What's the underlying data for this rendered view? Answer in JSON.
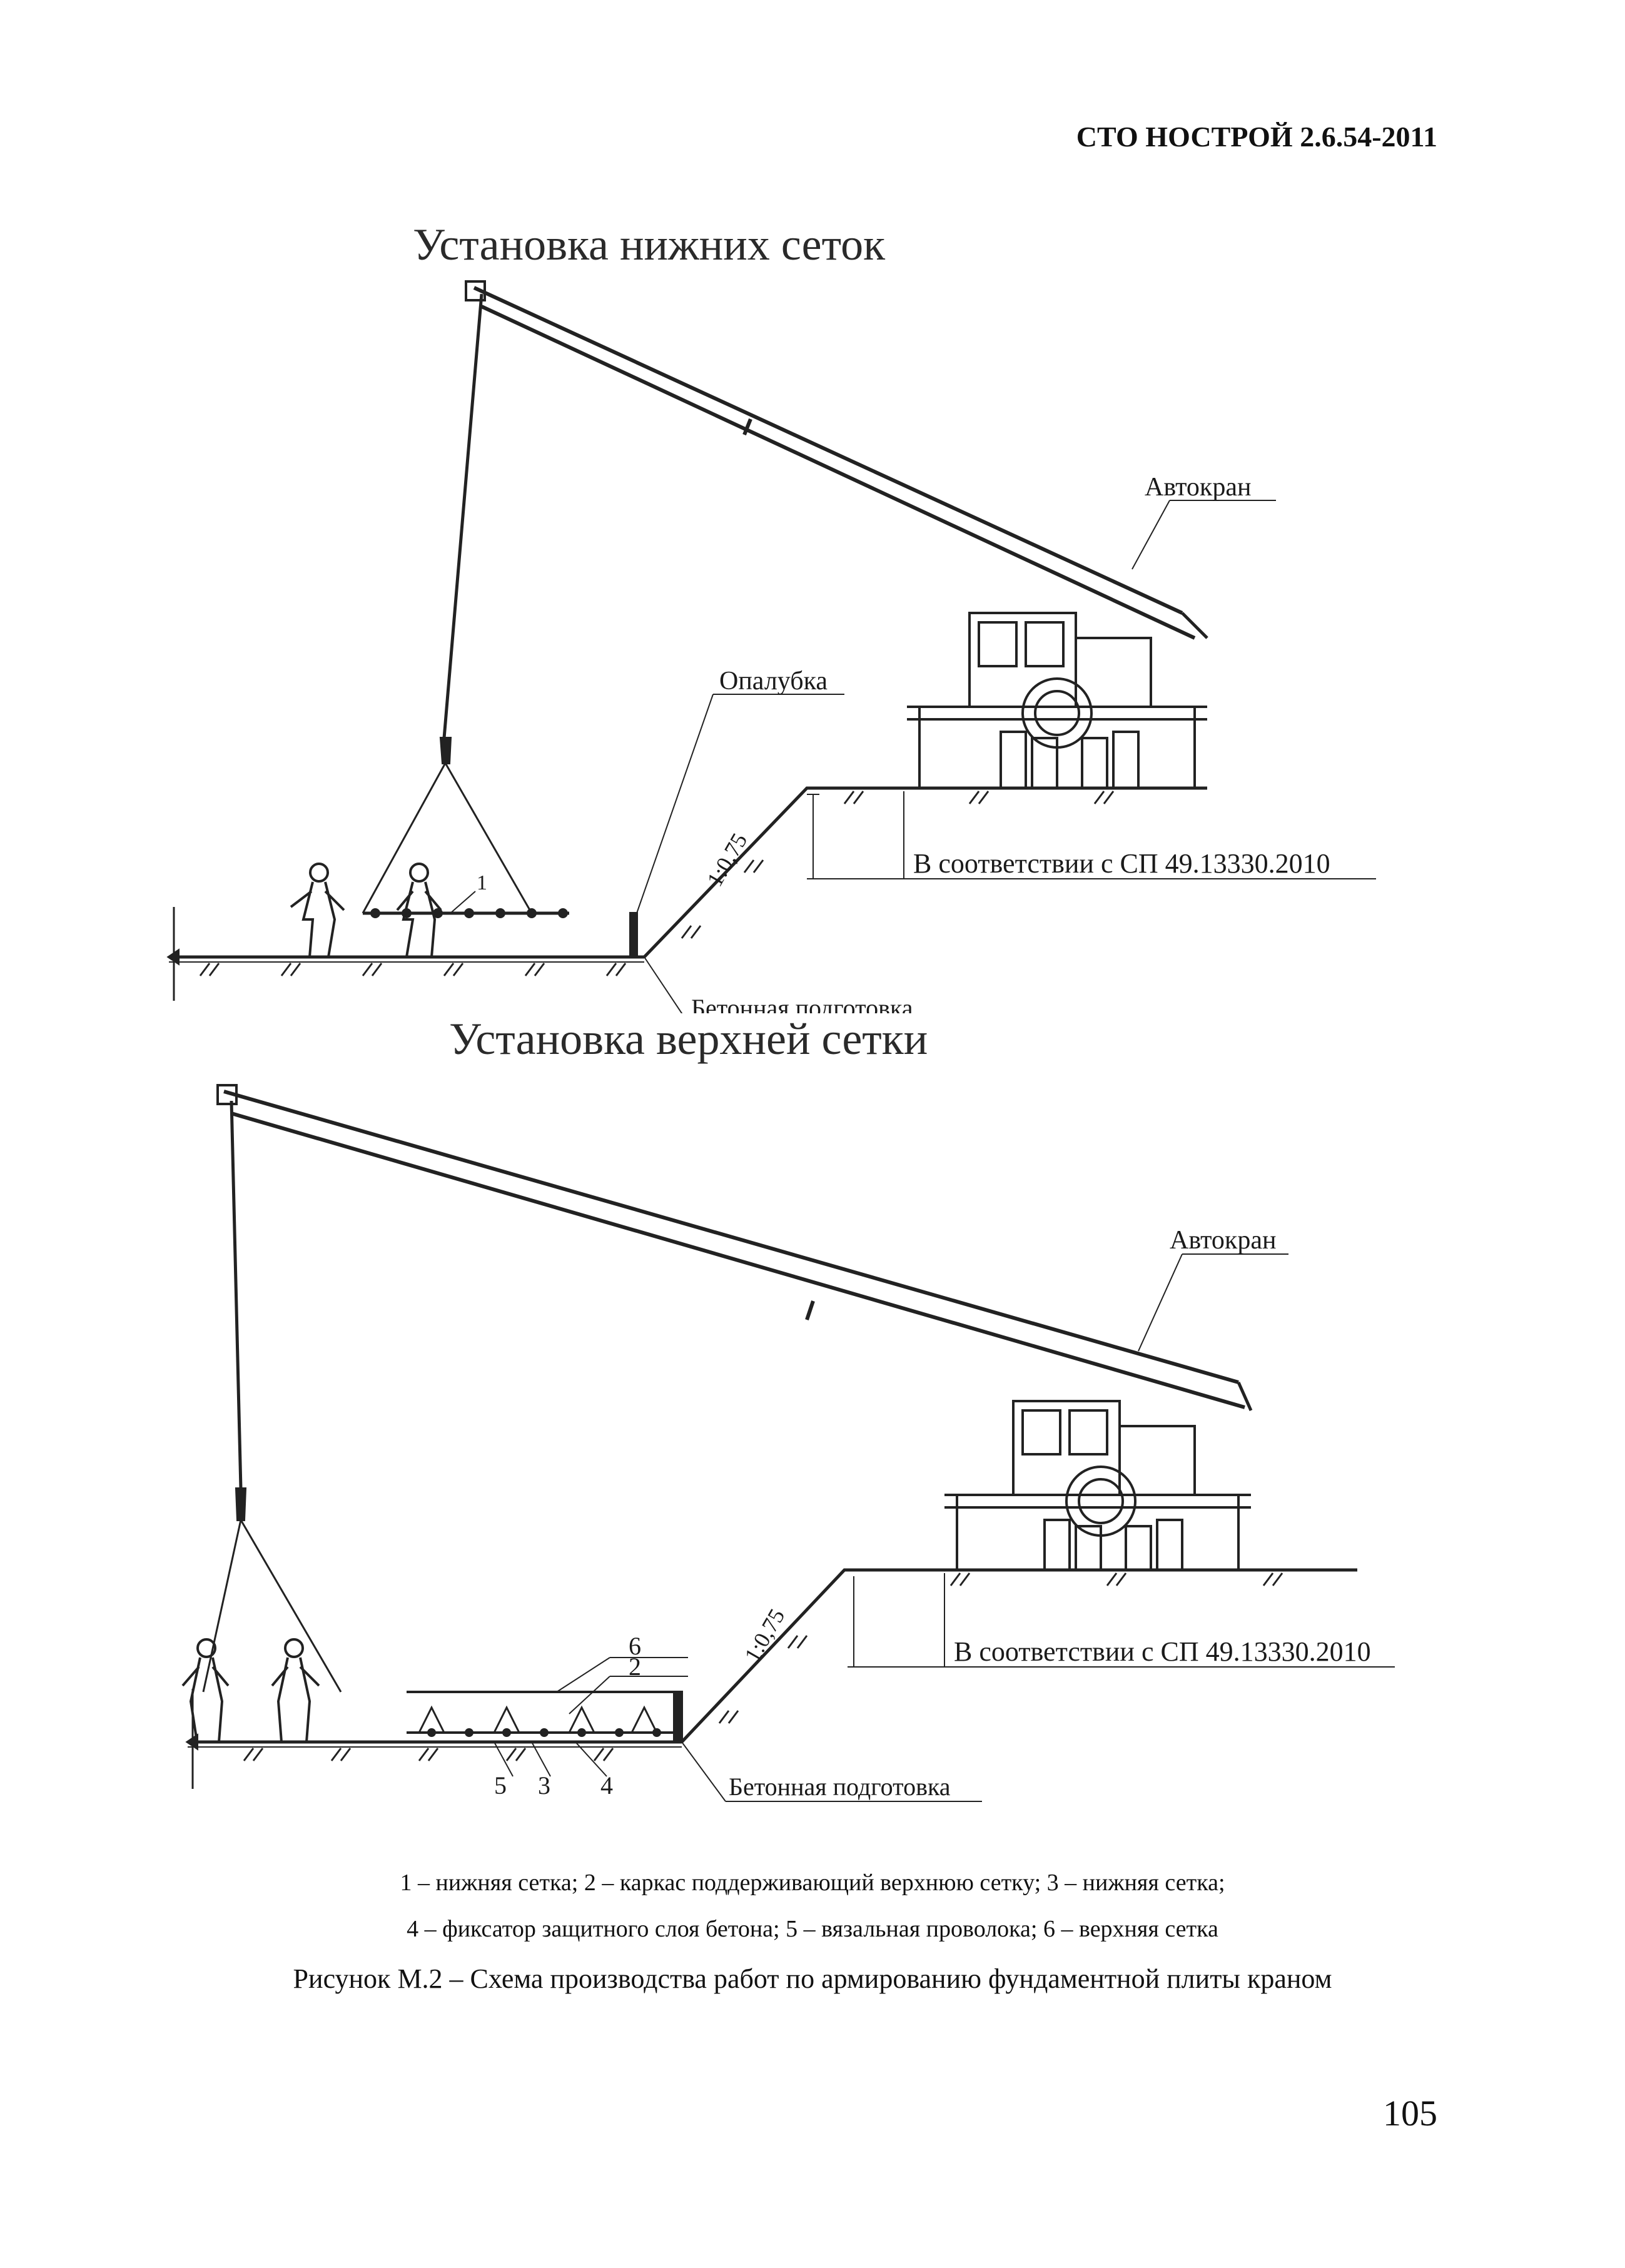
{
  "header": {
    "doc_code": "СТО НОСТРОЙ 2.6.54-2011"
  },
  "figures": [
    {
      "title": "Установка нижних сеток",
      "labels": {
        "crane": "Автокран",
        "formwork": "Опалубка",
        "slope": "1:0,75",
        "dimension_note": "В соответствии с СП 49.13330.2010",
        "concrete_base": "Бетонная подготовка",
        "callout_1": "1"
      }
    },
    {
      "title": "Установка верхней сетки",
      "labels": {
        "crane": "Автокран",
        "slope": "1:0,75",
        "dimension_note": "В соответствии с СП 49.13330.2010",
        "concrete_base": "Бетонная подготовка",
        "callout_6": "6",
        "callout_2": "2",
        "callout_5": "5",
        "callout_3": "3",
        "callout_4": "4"
      }
    }
  ],
  "legend": [
    "1 – нижняя сетка; 2 – каркас поддерживающий верхнюю сетку; 3 – нижняя сетка;",
    "4 – фиксатор защитного слоя бетона; 5 – вязальная проволока; 6 – верхняя сетка"
  ],
  "caption": "Рисунок М.2 – Схема производства работ по армированию  фундаментной плиты краном",
  "page_number": "105"
}
